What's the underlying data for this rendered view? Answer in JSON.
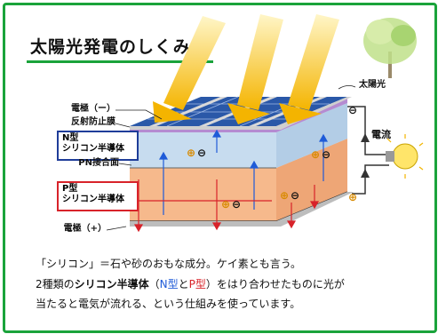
{
  "title": "太陽光発電のしくみ",
  "labels": {
    "sunlight": "太陽光",
    "electrode_top": "電極（ー）",
    "antireflection": "反射防止膜",
    "n_type_1": "N型",
    "n_type_2": "シリコン半導体",
    "pn_junction": "PN接合面",
    "p_type_1": "P型",
    "p_type_2": "シリコン半導体",
    "electrode_bottom": "電極（+）",
    "current": "電流",
    "minus_symbol": "⊖",
    "plus_symbol": "⊕"
  },
  "caption": {
    "line1": "「シリコン」＝石や砂のおもな成分。ケイ素とも言う。",
    "line2_a": "2種類の",
    "line2_b": "シリコン半導体",
    "line2_c": "（",
    "line2_n": "N型",
    "line2_d": "と",
    "line2_p": "P型",
    "line2_e": "）をはり合わせたものに光が",
    "line3": "当たると電気が流れる、という仕組みを使っています。"
  },
  "colors": {
    "frame": "#1aa33b",
    "n_layer": "#c7dcef",
    "p_layer": "#f6b98c",
    "panel": "#2a58a8",
    "sun_ray": "#f7c531",
    "n_box": "#1f3d99",
    "p_box": "#d8232a"
  },
  "icons": [
    "sun-ray-icon",
    "tree-icon",
    "light-bulb-icon",
    "electron-icon",
    "hole-icon"
  ]
}
